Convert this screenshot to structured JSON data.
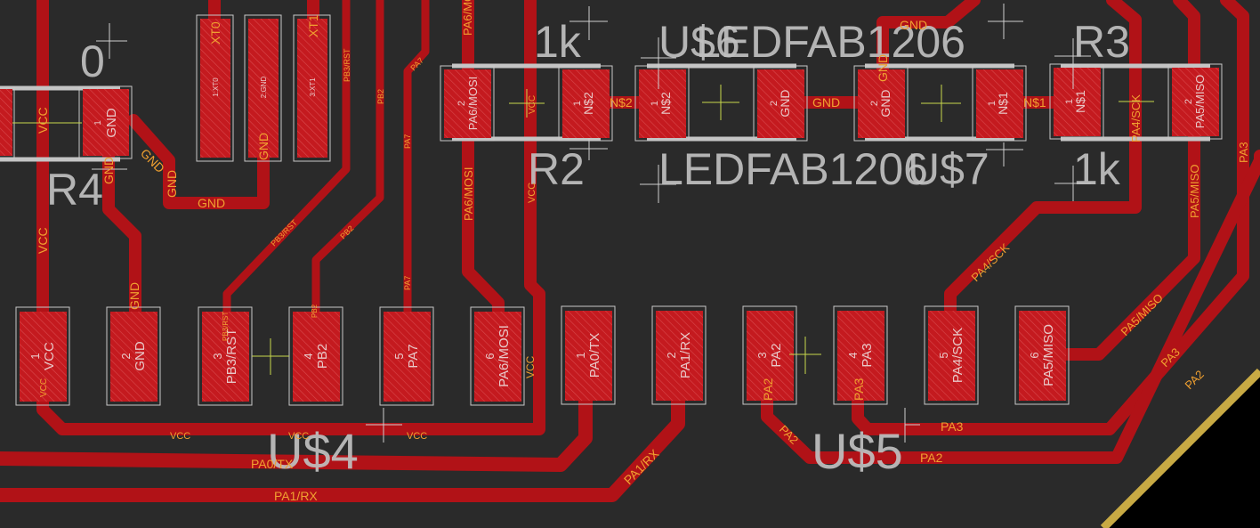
{
  "app": {
    "view": "PCB board layout (top copper layer)"
  },
  "colors": {
    "background": "#2a2a2a",
    "copper_top": "#b11217",
    "pad_fill": "#c41a1f",
    "net_label": "#f0a030",
    "silkscreen": "#c4c4c4",
    "board_outline": "#c8aa44",
    "outside_board": "#000000"
  },
  "components": {
    "r4": {
      "name": "R4",
      "value": "0",
      "pads": [
        {
          "num": "1",
          "net": "GND"
        }
      ]
    },
    "crystal": {
      "pads": [
        {
          "label": "1:XT0"
        },
        {
          "label": "2:GND"
        },
        {
          "label": "3:XT1"
        }
      ]
    },
    "r2": {
      "name": "R2",
      "value": "1k",
      "pads": [
        {
          "num": "2",
          "net": "PA6/MOSI"
        },
        {
          "num": "1",
          "net": "N$2"
        }
      ]
    },
    "u6": {
      "name": "U$6",
      "value": "LEDFAB1206",
      "pads": [
        {
          "num": "1",
          "net": "N$2"
        },
        {
          "num": "2",
          "net": "GND"
        }
      ]
    },
    "u7": {
      "name": "U$7",
      "value": "LEDFAB1206",
      "pads": [
        {
          "num": "2",
          "net": "GND"
        },
        {
          "num": "1",
          "net": "N$1"
        }
      ]
    },
    "r3": {
      "name": "R3",
      "value": "1k",
      "pads": [
        {
          "num": "1",
          "net": "N$1"
        },
        {
          "num": "2",
          "net": "PA5/MISO"
        }
      ]
    },
    "u4": {
      "name": "U$4",
      "pads": [
        {
          "num": "1",
          "net": "VCC"
        },
        {
          "num": "2",
          "net": "GND"
        },
        {
          "num": "3",
          "net": "PB3/RST"
        },
        {
          "num": "4",
          "net": "PB2"
        },
        {
          "num": "5",
          "net": "PA7"
        },
        {
          "num": "6",
          "net": "PA6/MOSI"
        }
      ]
    },
    "u5": {
      "name": "U$5",
      "pads": [
        {
          "num": "1",
          "net": "PA0/TX"
        },
        {
          "num": "2",
          "net": "PA1/RX"
        },
        {
          "num": "3",
          "net": "PA2"
        },
        {
          "num": "4",
          "net": "PA3"
        },
        {
          "num": "5",
          "net": "PA4/SCK"
        },
        {
          "num": "6",
          "net": "PA5/MISO"
        }
      ]
    }
  },
  "nets": {
    "vcc": "VCC",
    "gnd": "GND",
    "xt0": "XT0",
    "xt1": "XT1",
    "pb3": "PB3/RST",
    "pb2": "PB2",
    "pa7": "PA7",
    "pa6": "PA6/MOSI",
    "ns2": "N$2",
    "ns1": "N$1",
    "pa4": "PA4/SCK",
    "pa5": "PA5/MISO",
    "pa3": "PA3",
    "pa2": "PA2",
    "pa0": "PA0/TX",
    "pa1": "PA1/RX"
  }
}
